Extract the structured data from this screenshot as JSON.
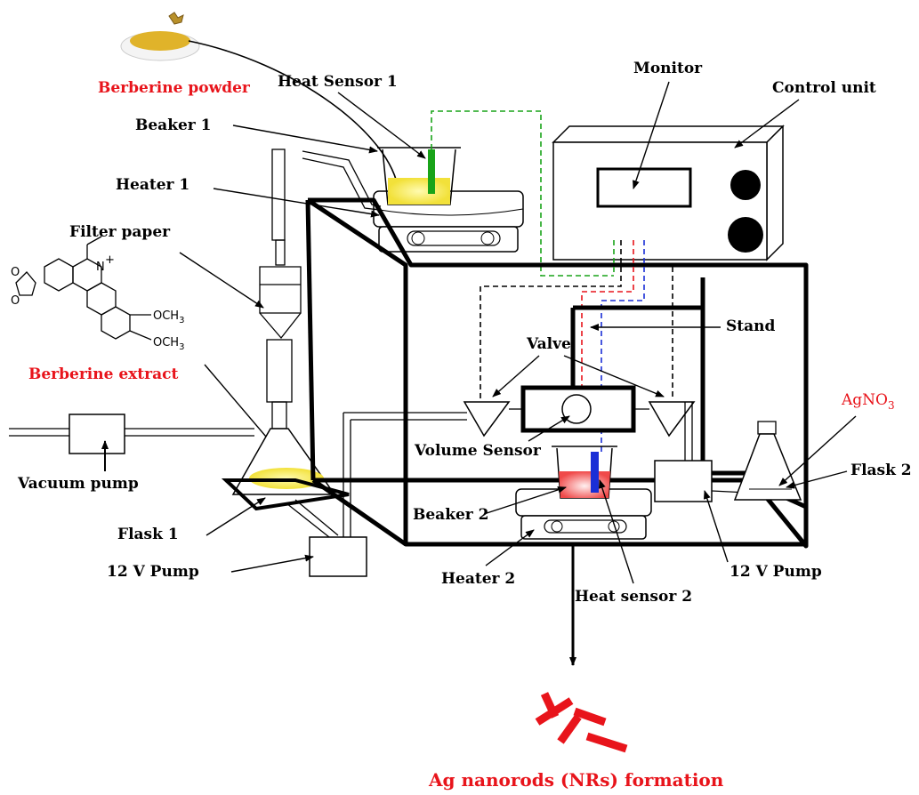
{
  "labels": {
    "berberine_powder": "Berberine powder",
    "heat_sensor_1": "Heat Sensor 1",
    "beaker_1": "Beaker 1",
    "heater_1": "Heater 1",
    "filter_paper": "Filter paper",
    "berberine_extract": "Berberine extract",
    "vacuum_pump": "Vacuum pump",
    "flask_1": "Flask 1",
    "pump_12v_left": "12 V Pump",
    "monitor": "Monitor",
    "control_unit": "Control unit",
    "stand": "Stand",
    "valve": "Valve",
    "volume_sensor": "Volume Sensor",
    "beaker_2": "Beaker 2",
    "heater_2": "Heater 2",
    "heat_sensor_2": "Heat sensor 2",
    "pump_12v_right": "12 V Pump",
    "flask_2": "Flask 2",
    "agno3_base": "AgNO",
    "agno3_sub": "3",
    "output": "Ag nanorods (NRs) formation"
  },
  "molecule_atoms": {
    "o1": "O",
    "o2": "O",
    "n_plus": "N",
    "plus": "+",
    "och3_1": "OCH",
    "och3_2": "OCH",
    "sub3": "3"
  },
  "colors": {
    "red_text": "#e8141b",
    "green_wire": "#19a319",
    "red_wire": "#e8141b",
    "blue_wire": "#1a2fd6",
    "yellow_liquid": "#f2e13a",
    "red_liquid": "#f04a4a",
    "powder": "#e0b32a"
  }
}
